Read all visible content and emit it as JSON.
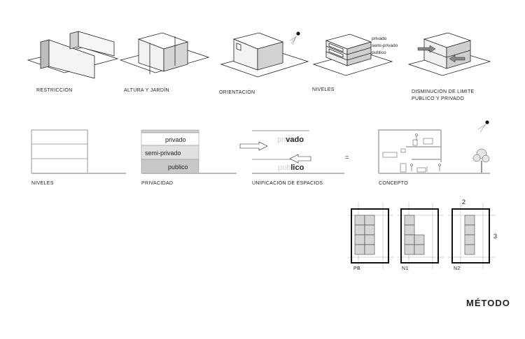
{
  "iso_captions": {
    "restriccion": "RESTRICCIÓN",
    "altura": "ALTURA Y JARDÍN",
    "orientacion": "ORIENTACIÓN",
    "niveles": "NIVELES",
    "disminucion_1": "DISMINUCIÓN DE LIMITE",
    "disminucion_2": "PUBLICO Y PRIVADO"
  },
  "iso_levels": {
    "privado": "privado",
    "semi": "semi-privado",
    "publico": "publico"
  },
  "section_captions": {
    "niveles": "NIVELES",
    "privacidad": "PRIVACIDAD",
    "unificacion": "UNIFICACIÓN DE ESPACIOS",
    "concepto": "CONCEPTO"
  },
  "privacy_levels": {
    "privado": "privado",
    "semi": "semi-privado",
    "publico": "publico"
  },
  "unification": {
    "privado_light": "pri",
    "privado_bold": "vado",
    "publico_light": "pub",
    "publico_bold": "lico",
    "equals": "="
  },
  "plans": {
    "pb": "PB",
    "n1": "N1",
    "n2": "N2",
    "dim_top": "2",
    "dim_side": "3"
  },
  "logo": "MÉTODO",
  "colors": {
    "line": "#222222",
    "fill_light": "#f2f2f2",
    "fill_mid": "#d9d9d9",
    "fill_dark": "#c4c4c4",
    "shade": "#bdbdbd"
  }
}
